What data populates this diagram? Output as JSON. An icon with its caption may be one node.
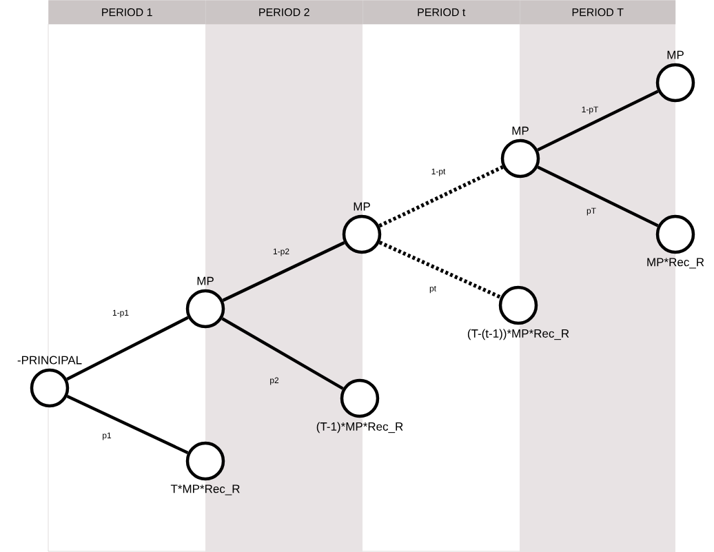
{
  "diagram": {
    "nodes": [
      {
        "text": [
          "-PRINCIPAL"
        ]
      },
      {
        "text": [
          "MP"
        ]
      },
      {
        "text": [
          "T*MP*Rec_R"
        ]
      },
      {
        "text": [
          "MP"
        ]
      },
      {
        "text": [
          "(T-1)*MP*Rec_R"
        ]
      },
      {
        "text": [
          "MP"
        ]
      },
      {
        "text": [
          "(T-(t-1))*MP*Rec_R"
        ]
      },
      {
        "text": [
          "MP"
        ]
      },
      {
        "text": [
          "MP*Rec_R"
        ]
      }
    ],
    "edges": [
      {
        "from": 0,
        "to": 1,
        "arrow": "none",
        "label": "1-p1"
      },
      {
        "from": 0,
        "to": 2,
        "arrow": "none",
        "label": "p1"
      },
      {
        "from": 1,
        "to": 3,
        "arrow": "none",
        "label": "1-p2"
      },
      {
        "from": 1,
        "to": 4,
        "arrow": "none",
        "label": "p2"
      },
      {
        "from": 3,
        "to": 5,
        "arrow": "none",
        "label": "1-pt",
        "style": "dashed"
      },
      {
        "from": 3,
        "to": 6,
        "arrow": "none",
        "label": "pt",
        "style": "dashed"
      },
      {
        "from": 5,
        "to": 7,
        "arrow": "none",
        "label": "1-pT"
      },
      {
        "from": 5,
        "to": 8,
        "arrow": "none",
        "label": "pT"
      }
    ],
    "labels": [
      "PERIOD 1",
      "PERIOD 2",
      "PERIOD t",
      "PERIOD T"
    ]
  }
}
